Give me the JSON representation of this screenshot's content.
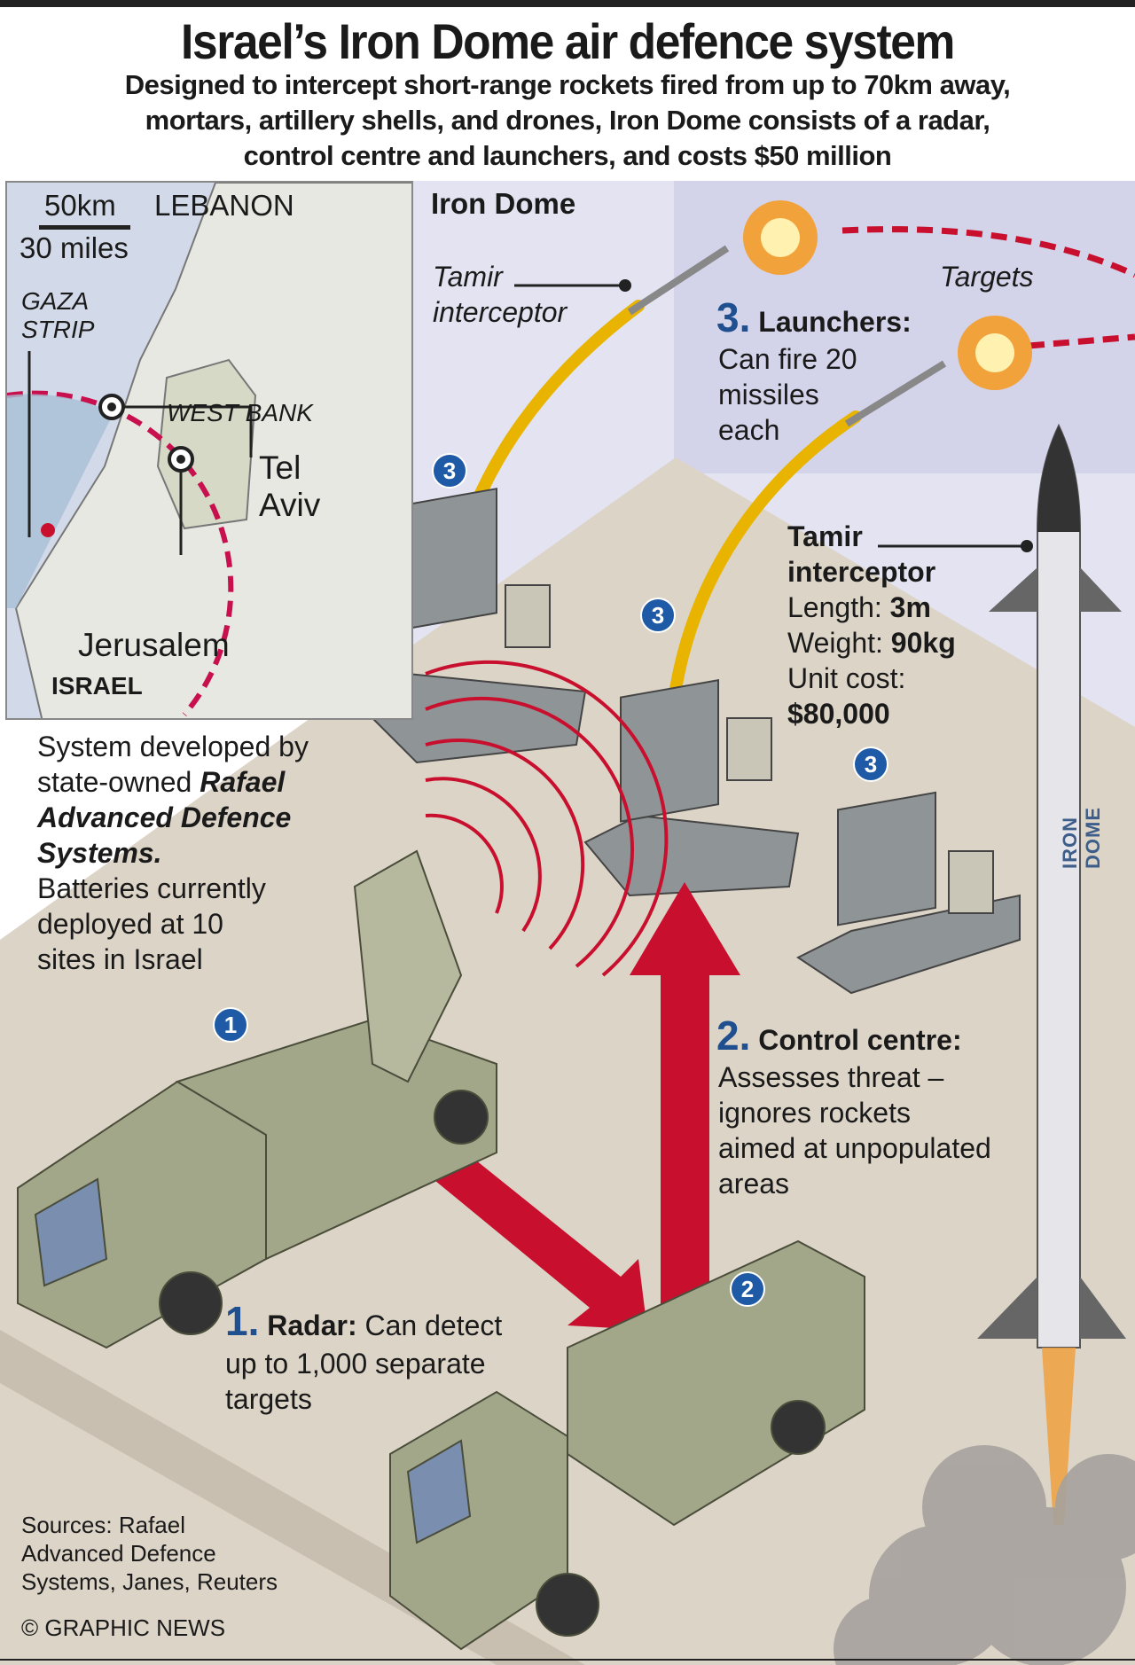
{
  "header": {
    "title": "Israel’s Iron Dome air defence system",
    "subtitle_lines": [
      "Designed to intercept short-range rockets fired from up to 70km away,",
      "mortars, artillery shells, and drones, Iron Dome consists of a radar,",
      "control centre and launchers, and costs $50 million"
    ]
  },
  "map": {
    "scale_km": "50km",
    "scale_miles": "30 miles",
    "lebanon": "LEBANON",
    "gaza": [
      "GAZA",
      "STRIP"
    ],
    "west_bank": "WEST BANK",
    "tel_aviv": [
      "Tel",
      "Aviv"
    ],
    "jerusalem": "Jerusalem",
    "israel": "ISRAEL"
  },
  "diagram": {
    "heading": "Iron Dome",
    "tamir_label": [
      "Tamir",
      "interceptor"
    ],
    "targets": "Targets",
    "launchers": {
      "num": "3.",
      "title": "Launchers:",
      "desc": [
        "Can fire 20",
        "missiles",
        "each"
      ]
    },
    "interceptor": {
      "title": [
        "Tamir",
        "interceptor"
      ],
      "length_label": "Length: ",
      "length": "3m",
      "weight_label": "Weight: ",
      "weight": "90kg",
      "cost_label": "Unit cost:",
      "cost": "$80,000",
      "body_text": "IRON DOME"
    },
    "developer": {
      "lines": [
        "System developed by",
        "state-owned "
      ],
      "name": [
        "Rafael",
        "Advanced Defence",
        "Systems."
      ],
      "rest": [
        "Batteries currently",
        "deployed at 10",
        "sites in Israel"
      ]
    },
    "control": {
      "num": "2.",
      "title": "Control centre:",
      "desc": [
        "Assesses threat –",
        "ignores rockets",
        "aimed at unpopulated",
        "areas"
      ]
    },
    "radar": {
      "num": "1.",
      "title": "Radar:",
      "desc": [
        " Can detect",
        "up to 1,000 separate",
        "targets"
      ]
    },
    "badges": [
      "1",
      "2",
      "3",
      "3",
      "3"
    ]
  },
  "footer": {
    "sources": [
      "Sources: Rafael",
      "Advanced Defence",
      "Systems, Janes, Reuters"
    ],
    "credit": "© GRAPHIC NEWS"
  },
  "colors": {
    "accent_red": "#c8102e",
    "badge_blue": "#1f5aa6",
    "olive": "#9ea383",
    "ground": "#d9d2c6",
    "sky": "#d7d7ec"
  }
}
